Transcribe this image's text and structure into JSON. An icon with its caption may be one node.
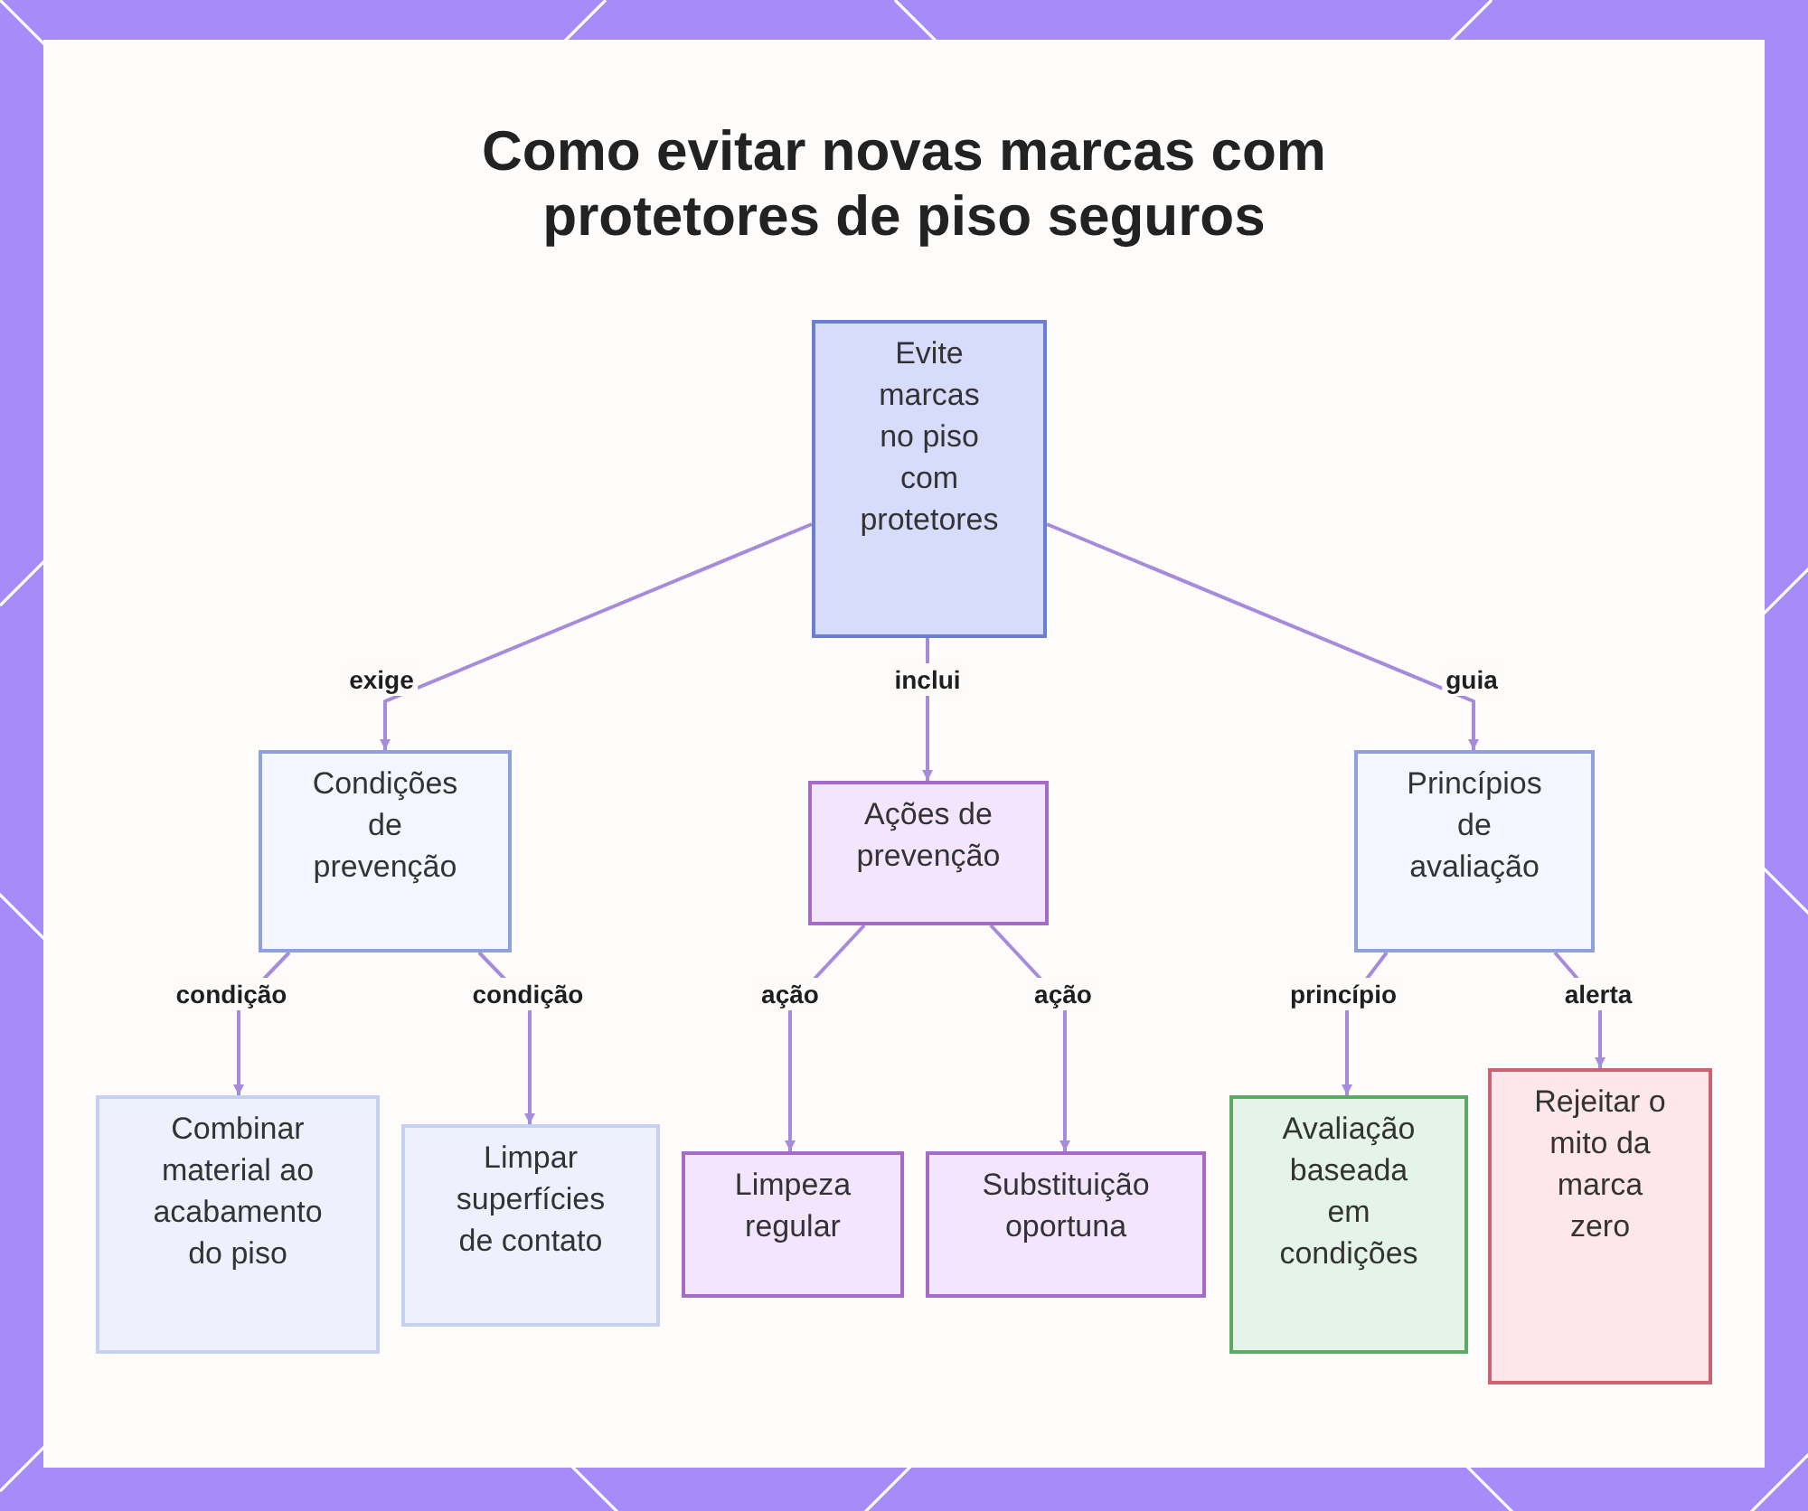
{
  "diagram": {
    "title": "Como evitar novas marcas com protetores de piso seguros",
    "nodes": [
      {
        "text": [
          "Evite marcas no piso com protetores"
        ]
      },
      {
        "text": [
          "Condições de prevenção"
        ]
      },
      {
        "text": [
          "Ações de prevenção"
        ]
      },
      {
        "text": [
          "Princípios de avaliação"
        ]
      },
      {
        "text": [
          "Combinar material ao acabamento do piso"
        ]
      },
      {
        "text": [
          "Limpar superfícies de contato"
        ]
      },
      {
        "text": [
          "Limpeza regular"
        ]
      },
      {
        "text": [
          "Substituição oportuna"
        ]
      },
      {
        "text": [
          "Avaliação baseada em condições"
        ]
      },
      {
        "text": [
          "Rejeitar o mito da marca zero"
        ]
      }
    ],
    "edges": [
      {
        "from": 0,
        "to": 1,
        "arrow": "to",
        "label": "exige"
      },
      {
        "from": 0,
        "to": 2,
        "arrow": "to",
        "label": "inclui"
      },
      {
        "from": 0,
        "to": 3,
        "arrow": "to",
        "label": "guia"
      },
      {
        "from": 1,
        "to": 4,
        "arrow": "to",
        "label": "condição"
      },
      {
        "from": 1,
        "to": 5,
        "arrow": "to",
        "label": "condição"
      },
      {
        "from": 2,
        "to": 6,
        "arrow": "to",
        "label": "ação"
      },
      {
        "from": 2,
        "to": 7,
        "arrow": "to",
        "label": "ação"
      },
      {
        "from": 3,
        "to": 8,
        "arrow": "to",
        "label": "princípio"
      },
      {
        "from": 3,
        "to": 9,
        "arrow": "to",
        "label": "alerta"
      }
    ]
  }
}
